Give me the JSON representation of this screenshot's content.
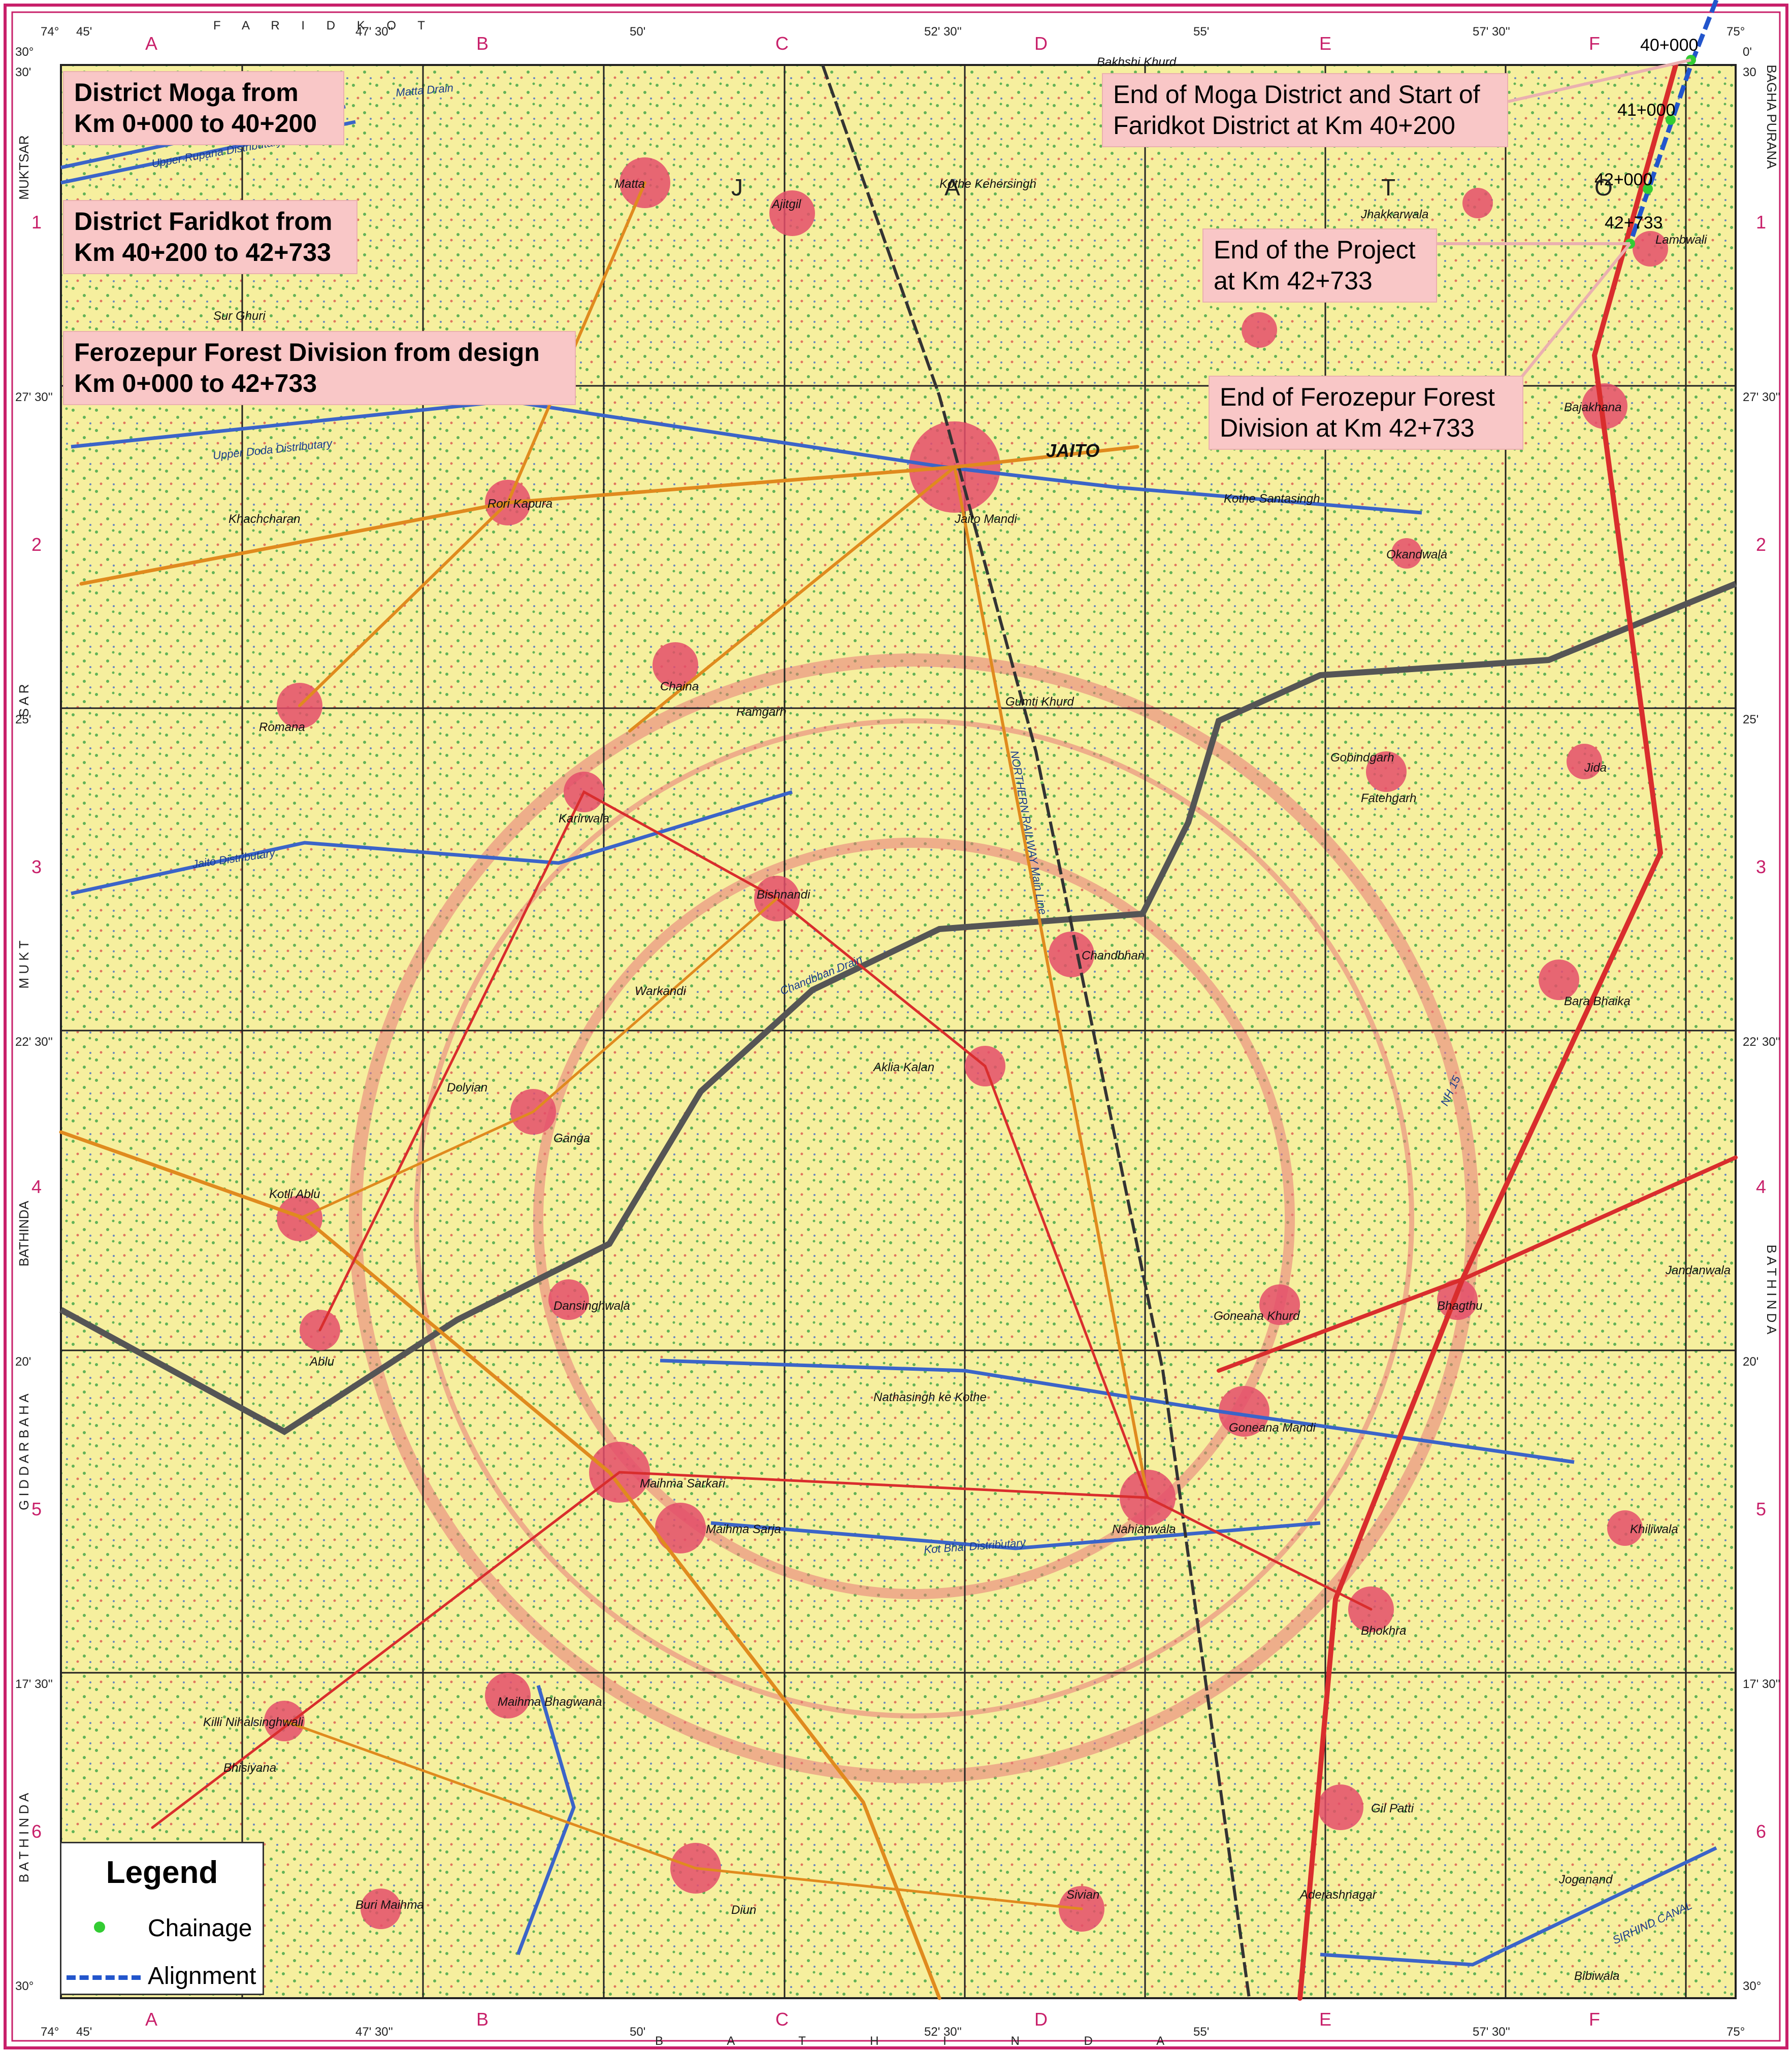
{
  "colors": {
    "map_base": "#f6ef9e",
    "frame": "#c8206a",
    "grid": "#222222",
    "road_major": "#d92d2d",
    "road_minor": "#e08a1e",
    "canal": "#3b64c8",
    "drain": "#555555",
    "railway": "#333333",
    "settlement": "#e44d6a",
    "tree_symbol": "#2f9e3f",
    "callout_bg": "#f9c7c7",
    "alignment": "#2255cc",
    "chainage": "#33cc33",
    "watermark": "#e87a7a"
  },
  "callouts": [
    {
      "lines": [
        "District Moga from",
        "Km 0+000 to 40+200"
      ]
    },
    {
      "lines": [
        "District Faridkot from",
        "Km 40+200 to 42+733"
      ]
    },
    {
      "lines": [
        "Ferozepur Forest Division from design",
        "Km 0+000 to 42+733"
      ]
    },
    {
      "lines": [
        "End of Moga District and Start of",
        "Faridkot District at Km 40+200"
      ]
    },
    {
      "lines": [
        "End of the Project",
        "at Km 42+733"
      ]
    },
    {
      "lines": [
        "End of Ferozepur Forest",
        "Division at Km 42+733"
      ]
    }
  ],
  "legend": {
    "title": "Legend",
    "items": [
      {
        "label": "Chainage",
        "icon": "green-dot-icon"
      },
      {
        "label": "Alignment",
        "icon": "blue-dashed-line-icon"
      }
    ]
  },
  "chainage_labels": [
    "40+000",
    "41+000",
    "42+000",
    "42+733"
  ],
  "grid": {
    "column_letters": [
      "A",
      "B",
      "C",
      "D",
      "E",
      "F"
    ],
    "row_numbers": [
      "1",
      "2",
      "3",
      "4",
      "5",
      "6"
    ],
    "top_ticks": [
      "74°",
      "45'",
      "47' 30''",
      "50'",
      "52' 30''",
      "55'",
      "57' 30''",
      "75°"
    ],
    "bottom_ticks": [
      "74°",
      "45'",
      "47' 30''",
      "50'",
      "52' 30''",
      "55'",
      "57' 30''",
      "75°"
    ],
    "left_ticks": [
      "30°",
      "30'",
      "27' 30''",
      "25'",
      "22' 30''",
      "20'",
      "17' 30''",
      "30°"
    ],
    "right_ticks": [
      "0'",
      "30",
      "27' 30''",
      "25'",
      "22' 30''",
      "20'",
      "17' 30''",
      "30°"
    ],
    "top_side_name": "F A R I D K O T",
    "bottom_side_name": "B A T H I N D A",
    "left_side_names": [
      "MUKTSAR",
      "S A R",
      "M U K T",
      "BATHINDA",
      "G I D D A R B A H A",
      "B A T H I N D A"
    ],
    "right_side_names": [
      "BAGHA PURANA",
      "B A T H I N D A"
    ],
    "tehsil_letters": [
      "J",
      "A",
      "T",
      "O"
    ]
  },
  "places": [
    "Matta",
    "Ajitgil",
    "Sur Ghuri",
    "Rori Kapura",
    "Khachcharan",
    "Chaina",
    "Romana",
    "Karirwala",
    "Ramgarh",
    "Gumti Khurd",
    "Bishnandi",
    "Warkandi",
    "Chandbhan",
    "Dolyian",
    "Ganga",
    "Kotli Ablu",
    "Ablu",
    "Dansinghwala",
    "Aklia Kalan",
    "Maihma Sarkari",
    "Maihma Sarja",
    "Nathasingh ke Kothe",
    "Killi Nihalsinghwali",
    "Bhisiyana",
    "Maihma Bhagwana",
    "Buri Maihma",
    "Diun",
    "Sivian",
    "Nahianwala",
    "Goneana Mandi",
    "Goneana Khurd",
    "Bhokhra",
    "Gil Patti",
    "Aderashnagar",
    "Bibiwala",
    "Joganand",
    "Khiliwala",
    "Bhagthu",
    "Jandanwala",
    "Jida",
    "Bara Bhaika",
    "Fatehgarh",
    "Gobindgarh",
    "Okandwala",
    "Bajakhana",
    "Lambwali",
    "Jhakkarwala",
    "JAITO",
    "Jaito Mandi",
    "Kothe Santasingh",
    "Bakhshi Khurd",
    "Kothe Kehersingh"
  ],
  "features": [
    "Upper Rupana Distributary",
    "Matta Drain",
    "Upper Doda Distributary",
    "Jaito Distributary",
    "Chandbhan Drain",
    "NORTHERN RAILWAY Main Line",
    "Kot Bhai Distributary",
    "SIRHIND CANAL",
    "NH 15"
  ]
}
